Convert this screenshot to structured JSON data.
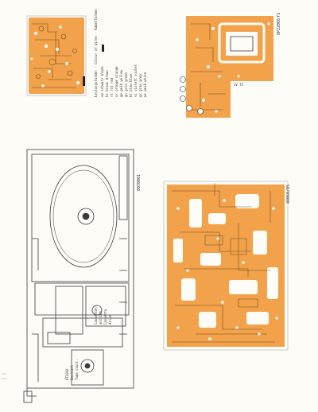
{
  "colors": {
    "pcb": "#f2a24a",
    "pcb_dark": "#e08a2c",
    "ink": "#3a3a3a",
    "paper": "#fdfcf7"
  },
  "labels": {
    "top_right_code": "8P22066",
    "top_right_t": "T1",
    "top_right_label_a": "1V 75",
    "mechanism_code": "8070001",
    "main_pcb_code": "48060/05",
    "mechanism_label_block": [
      "Cassetten-",
      "antrieb",
      "Cassette",
      "drive"
    ],
    "bottom_left_block": [
      "KT2002",
      "Bandzähl",
      "Tape count."
    ],
    "legend_title": "Leitungsfarben · Colour of wires · Kabelfarben",
    "legend_rows": [
      [
        "sw",
        "schwarz",
        "black"
      ],
      [
        "br",
        "braun",
        "brown"
      ],
      [
        "rt",
        "rot",
        "red"
      ],
      [
        "or",
        "orange",
        "orange"
      ],
      [
        "ge",
        "gelb",
        "yellow"
      ],
      [
        "gn",
        "grün",
        "green"
      ],
      [
        "bl",
        "blau",
        "blue"
      ],
      [
        "vi",
        "violett",
        "violet"
      ],
      [
        "gr",
        "grau",
        "grey"
      ],
      [
        "ws",
        "weiß",
        "white"
      ]
    ]
  }
}
